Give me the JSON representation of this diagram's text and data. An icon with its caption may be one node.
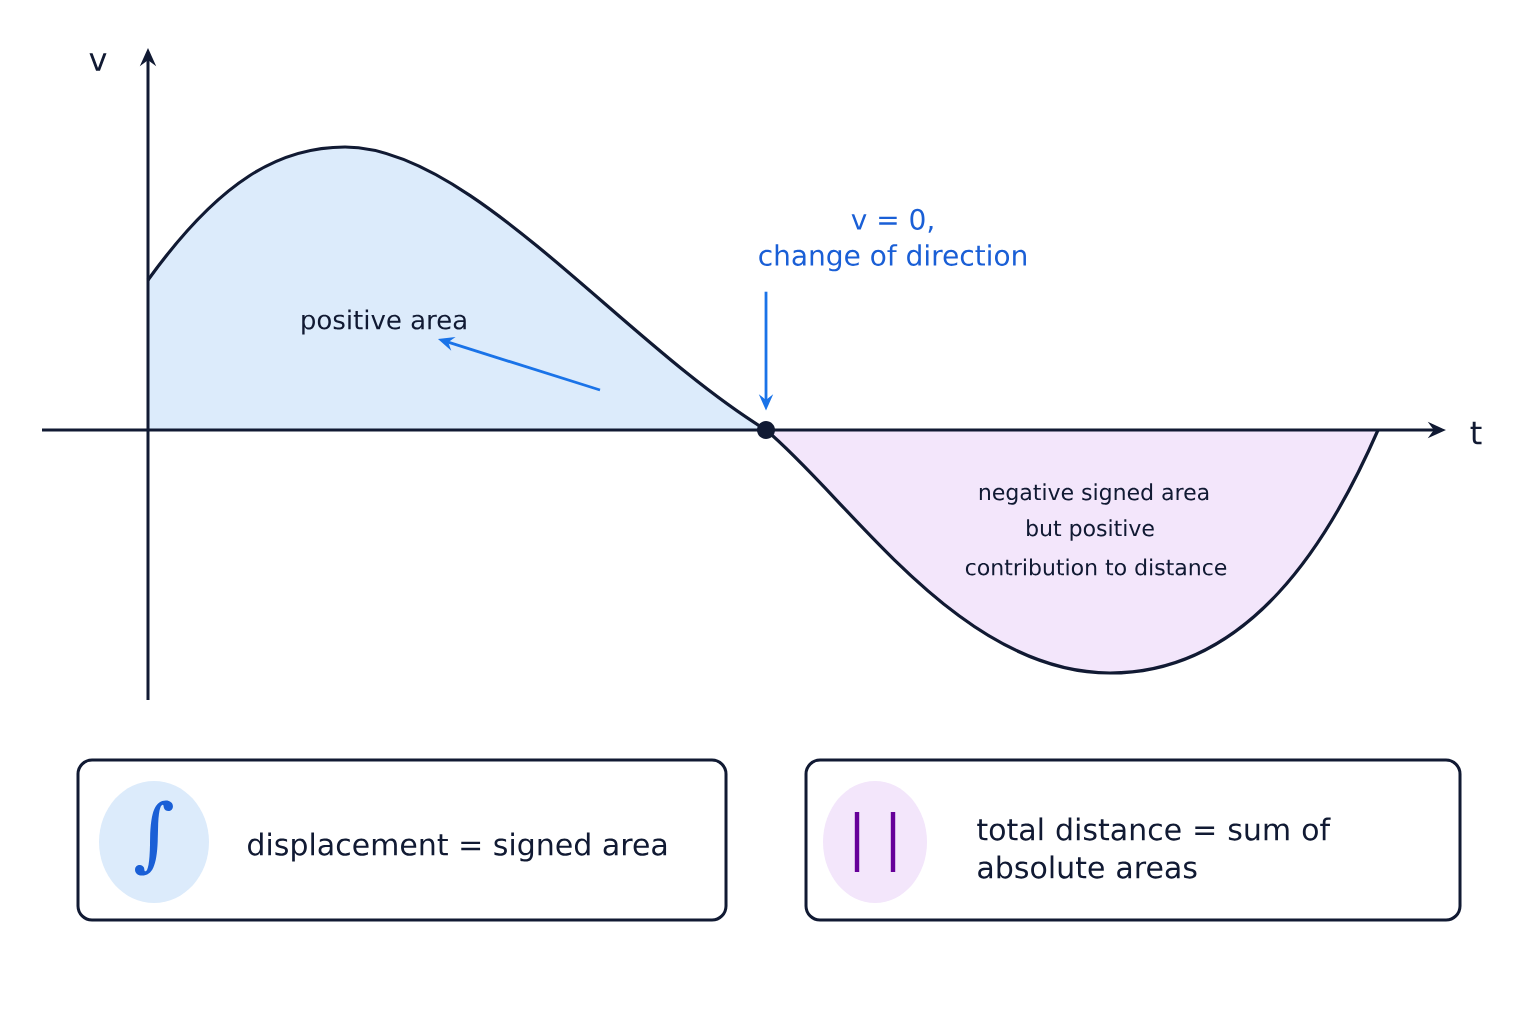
{
  "diagram": {
    "nodes": [
      {
        "text": [
          "positive area"
        ]
      },
      {
        "text": [
          "v = 0,",
          "change of direction"
        ]
      },
      {
        "text": [],
        "shape": "circle"
      },
      {
        "text": [
          "displacement = signed area"
        ]
      },
      {
        "text": [
          "total distance = sum of absolute areas"
        ]
      }
    ],
    "edges": [
      {
        "from": null,
        "to": 0,
        "arrow": "to",
        "color": "#1a73e8"
      },
      {
        "from": 1,
        "to": 2,
        "arrow": "to",
        "color": "#1a73e8"
      }
    ],
    "labels": [
      "v",
      "t",
      "negative signed area",
      "but positive",
      "contribution to distance",
      "∫"
    ]
  }
}
